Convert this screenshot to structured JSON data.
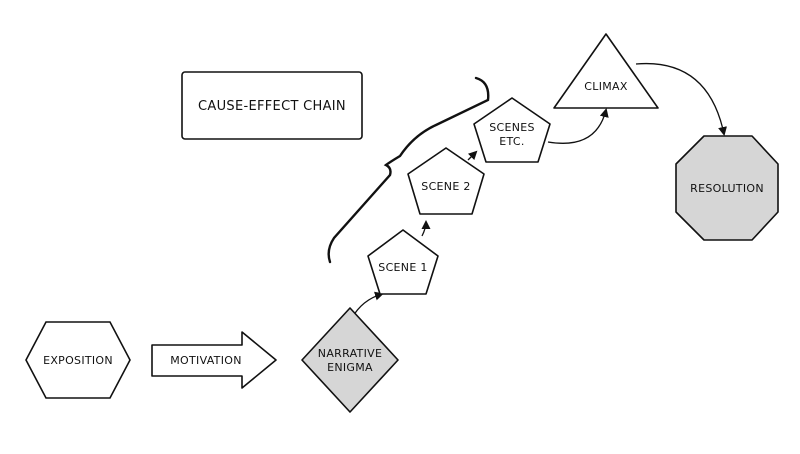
{
  "diagram": {
    "title_box": {
      "text": "CAUSE-EFFECT CHAIN"
    },
    "nodes": {
      "exposition": {
        "text": "EXPOSITION",
        "shape": "hexagon",
        "fill": "#ffffff"
      },
      "motivation": {
        "text": "MOTIVATION",
        "shape": "arrow",
        "fill": "#ffffff"
      },
      "narrative_enigma": {
        "line1": "NARRATIVE",
        "line2": "ENIGMA",
        "shape": "diamond",
        "fill": "#d6d6d6"
      },
      "scene1": {
        "text": "SCENE 1",
        "shape": "pentagon",
        "fill": "#ffffff"
      },
      "scene2": {
        "text": "SCENE 2",
        "shape": "pentagon",
        "fill": "#ffffff"
      },
      "scenes_etc": {
        "line1": "SCENES",
        "line2": "ETC.",
        "shape": "pentagon",
        "fill": "#ffffff"
      },
      "climax": {
        "text": "CLIMAX",
        "shape": "triangle",
        "fill": "#ffffff"
      },
      "resolution": {
        "text": "RESOLUTION",
        "shape": "octagon",
        "fill": "#d6d6d6"
      }
    },
    "colors": {
      "stroke": "#111111"
    }
  }
}
